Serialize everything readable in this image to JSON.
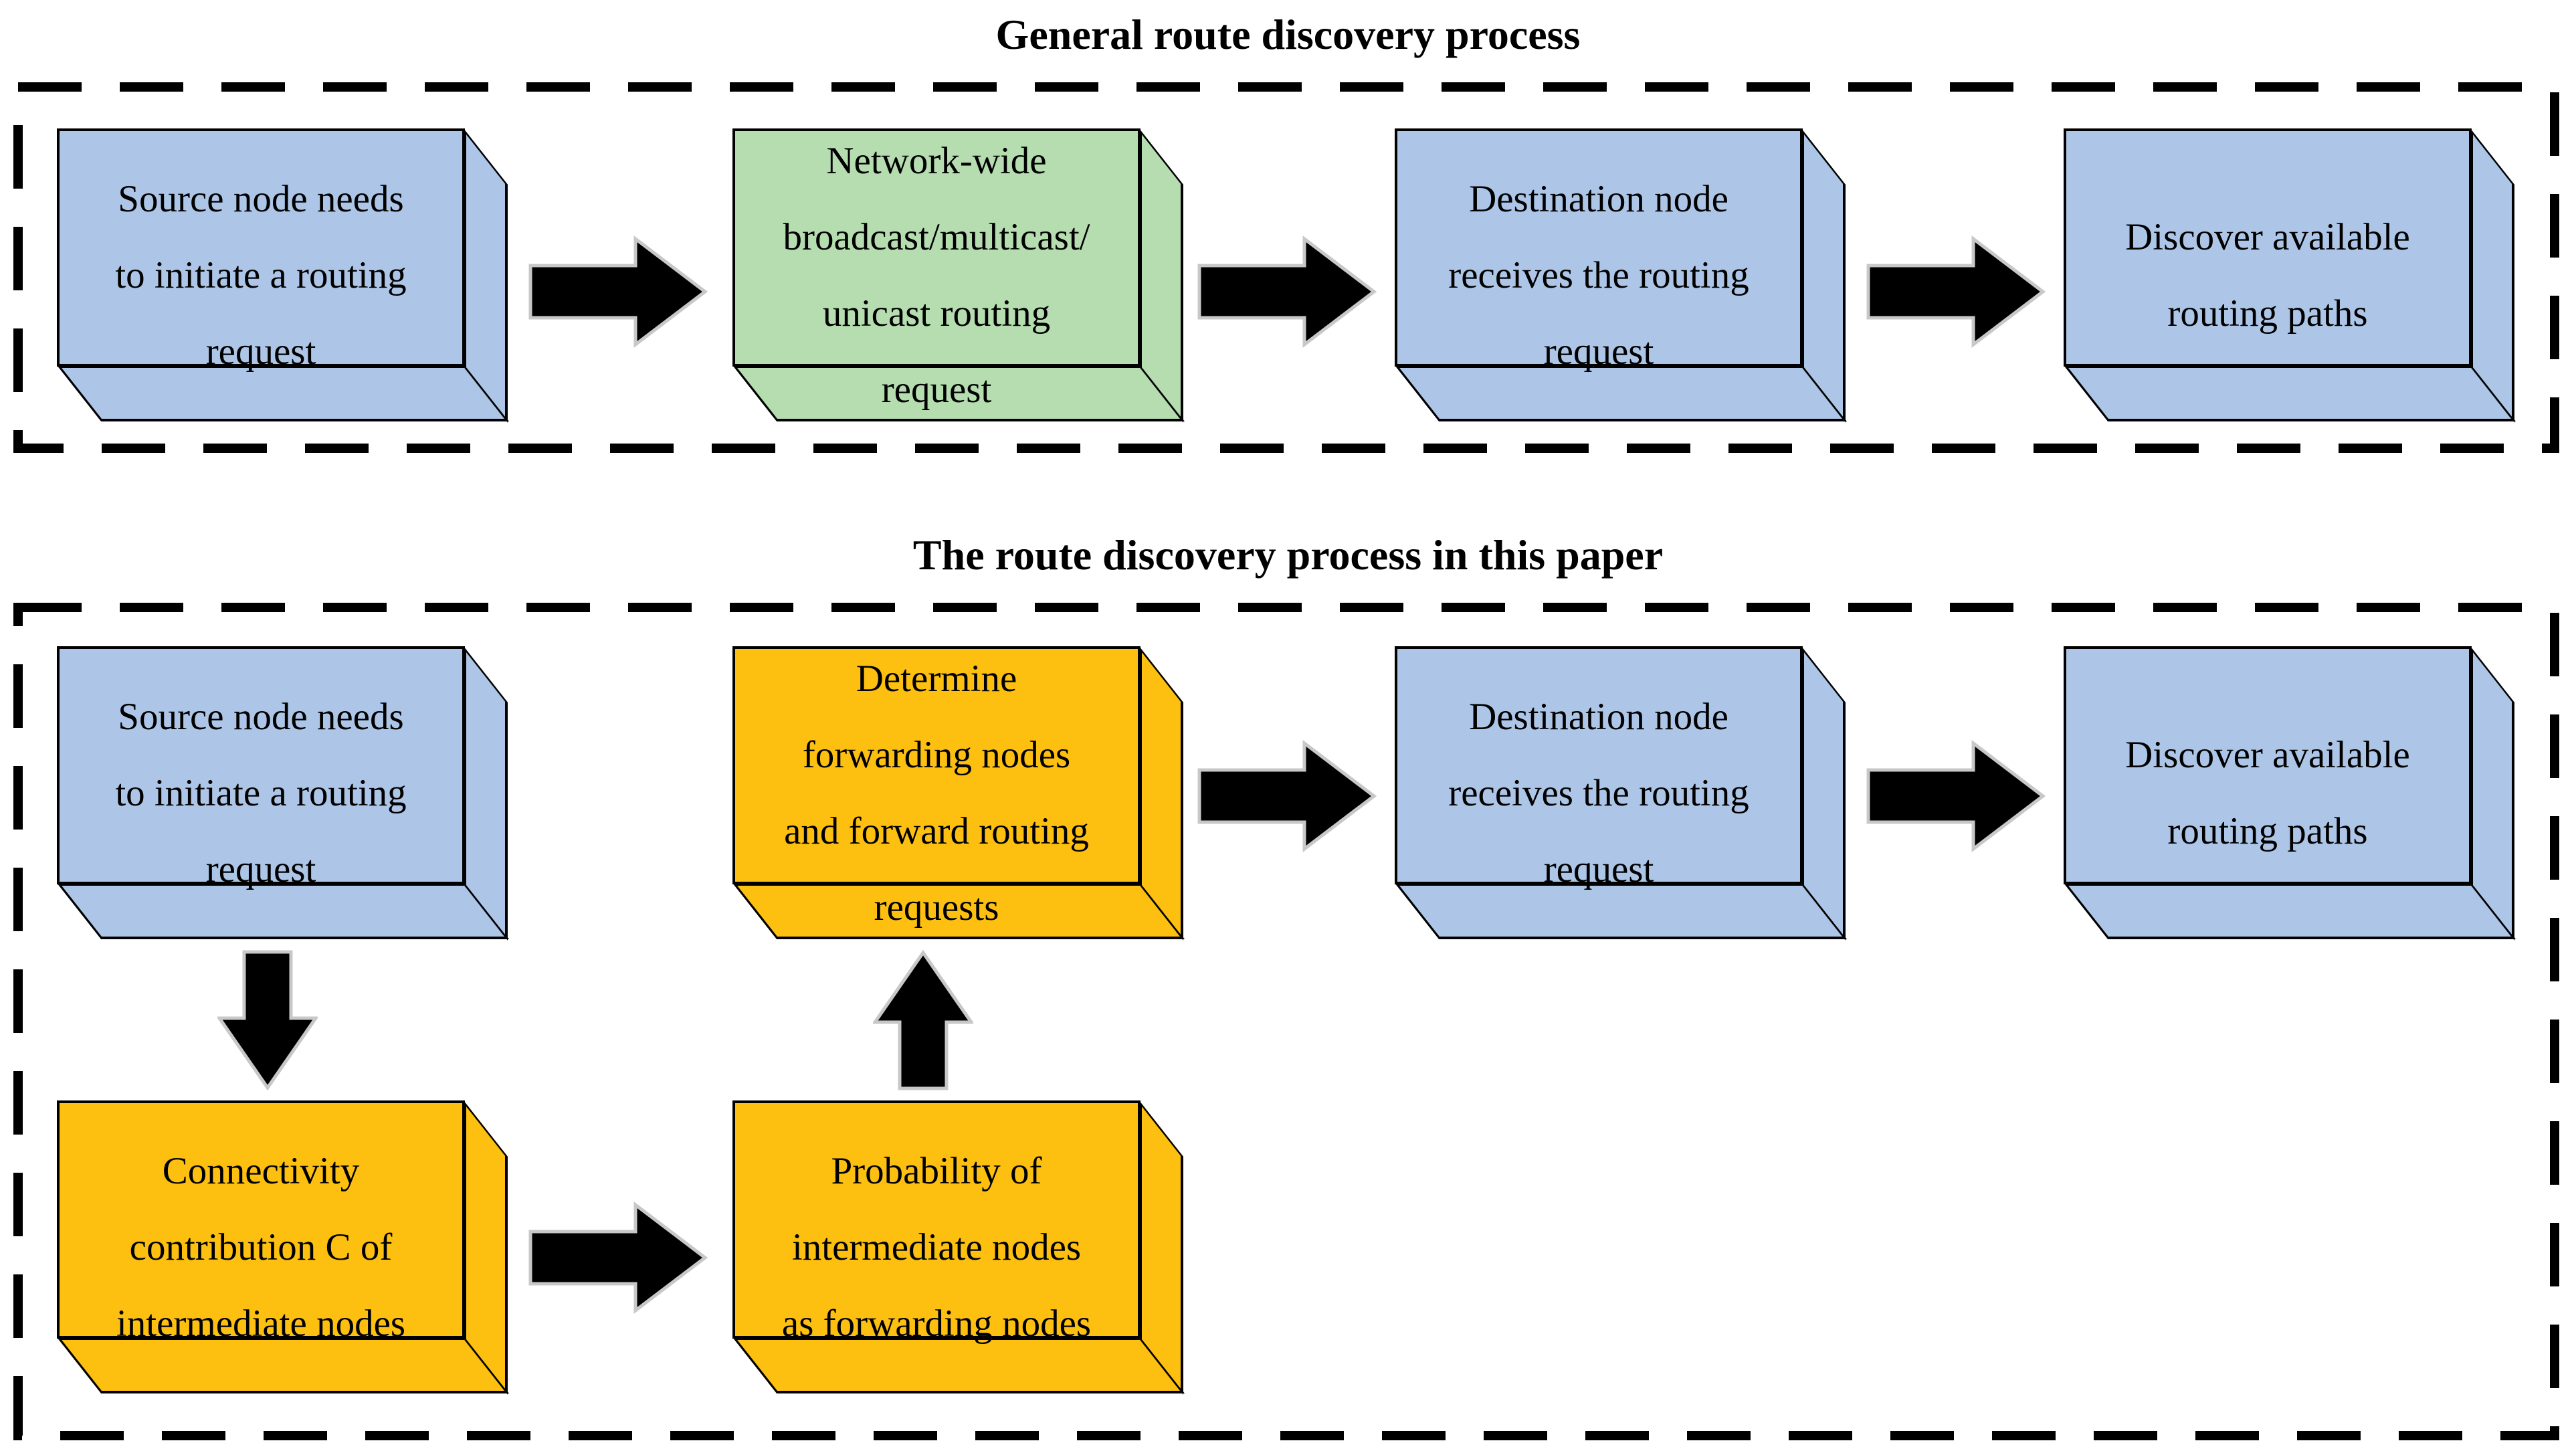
{
  "colors": {
    "blue": "#adc6e7",
    "green": "#b5ddb0",
    "orange": "#fdc010",
    "frame": "#000000",
    "arrow_fill": "#000000",
    "arrow_outline": "#c8c8c8"
  },
  "sections": [
    {
      "title": "General route discovery process",
      "boxes": [
        {
          "label": "Source node needs\nto initiate a routing\nrequest",
          "color": "blue"
        },
        {
          "label": "Network-wide\nbroadcast/multicast/\nunicast routing\nrequest",
          "color": "green"
        },
        {
          "label": "Destination node\nreceives the routing\nrequest",
          "color": "blue"
        },
        {
          "label": "Discover available\nrouting paths",
          "color": "blue"
        }
      ]
    },
    {
      "title": "The route discovery process in this paper",
      "boxes": [
        {
          "label": "Source node needs\nto initiate a routing\nrequest",
          "color": "blue"
        },
        {
          "label": "Determine\nforwarding nodes\nand forward routing\nrequests",
          "color": "orange"
        },
        {
          "label": "Destination node\nreceives the routing\nrequest",
          "color": "blue"
        },
        {
          "label": "Discover available\nrouting paths",
          "color": "blue"
        },
        {
          "label": "Connectivity\ncontribution C of\nintermediate nodes",
          "color": "orange"
        },
        {
          "label": "Probability of\nintermediate nodes\nas forwarding nodes",
          "color": "orange"
        }
      ]
    }
  ]
}
